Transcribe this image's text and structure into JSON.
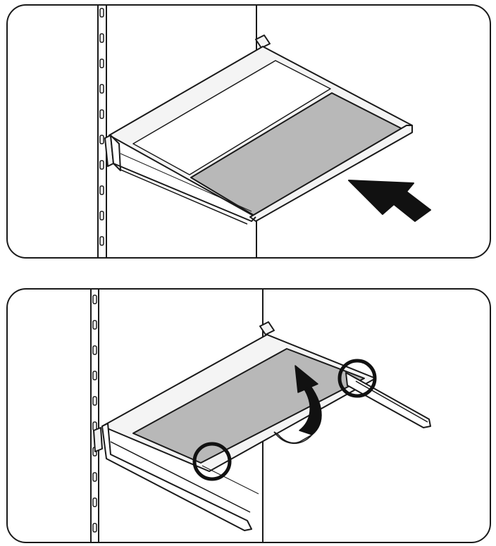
{
  "panels": [
    {
      "id": "step-1",
      "description_shown": false,
      "arrow_direction": "push-in",
      "shelf_state": "closed"
    },
    {
      "id": "step-2",
      "description_shown": false,
      "arrow_direction": "lift-up",
      "shelf_state": "extended",
      "highlight_circles": 2
    }
  ],
  "colors": {
    "line": "#1a1a1a",
    "glass_fill": "#b8b8b8",
    "frame_fill": "#f4f4f4",
    "arrow_fill": "#111111",
    "rotation_tail": "#bdbdbd"
  }
}
